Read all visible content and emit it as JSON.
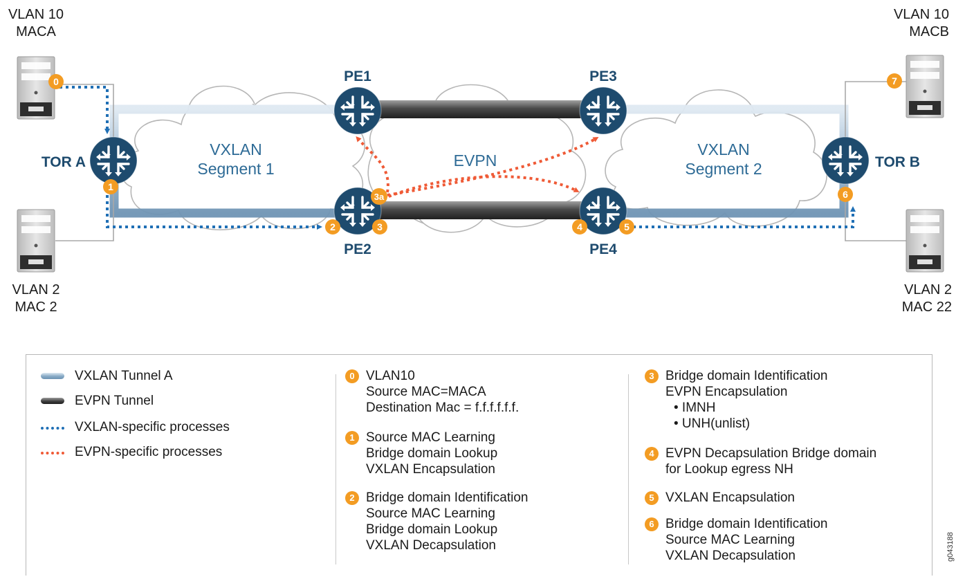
{
  "hosts": {
    "top_left": [
      "VLAN 10",
      "MACA"
    ],
    "bottom_left": [
      "VLAN 2",
      "MAC 2"
    ],
    "top_right": [
      "VLAN 10",
      "MACB"
    ],
    "bottom_right": [
      "VLAN 2",
      "MAC 22"
    ]
  },
  "routers": {
    "tor_a": "TOR A",
    "tor_b": "TOR B",
    "pe1": "PE1",
    "pe2": "PE2",
    "pe3": "PE3",
    "pe4": "PE4"
  },
  "clouds": {
    "vxlan1": [
      "VXLAN",
      "Segment 1"
    ],
    "evpn": "EVPN",
    "vxlan2": [
      "VXLAN",
      "Segment 2"
    ]
  },
  "badges": {
    "b0": "0",
    "b1": "1",
    "b2": "2",
    "b3": "3",
    "b3a": "3a",
    "b4": "4",
    "b5": "5",
    "b6": "6",
    "b7": "7"
  },
  "colors": {
    "vxlan_tunnel": "#8fb2cf",
    "evpn_tunnel": "#3b3b3b",
    "vxlan_process": "#1f6fb5",
    "evpn_process": "#ef5a36",
    "badge": "#f39c23",
    "router": "#1e4b6e"
  },
  "legend": {
    "vxlan_tunnel": "VXLAN Tunnel A",
    "evpn_tunnel": "EVPN Tunnel",
    "vxlan_processes": "VXLAN-specific processes",
    "evpn_processes": "EVPN-specific processes"
  },
  "steps": [
    {
      "num": "0",
      "lines": [
        "VLAN10",
        "Source MAC=MACA",
        "Destination Mac = f.f.f.f.f.f."
      ]
    },
    {
      "num": "1",
      "lines": [
        "Source MAC Learning",
        "Bridge domain Lookup",
        "VXLAN Encapsulation"
      ]
    },
    {
      "num": "2",
      "lines": [
        "Bridge domain Identification",
        "Source MAC Learning",
        "Bridge domain Lookup",
        "VXLAN Decapsulation"
      ]
    },
    {
      "num": "3",
      "lines": [
        "Bridge domain Identification",
        "EVPN Encapsulation",
        "• IMNH",
        "• UNH(unlist)"
      ]
    },
    {
      "num": "4",
      "lines": [
        "EVPN Decapsulation Bridge domain",
        "for Lookup egress NH"
      ]
    },
    {
      "num": "5",
      "lines": [
        "VXLAN Encapsulation"
      ]
    },
    {
      "num": "6",
      "lines": [
        "Bridge domain Identification",
        "Source MAC Learning",
        "VXLAN Decapsulation"
      ]
    }
  ],
  "figure_id": "g043188"
}
